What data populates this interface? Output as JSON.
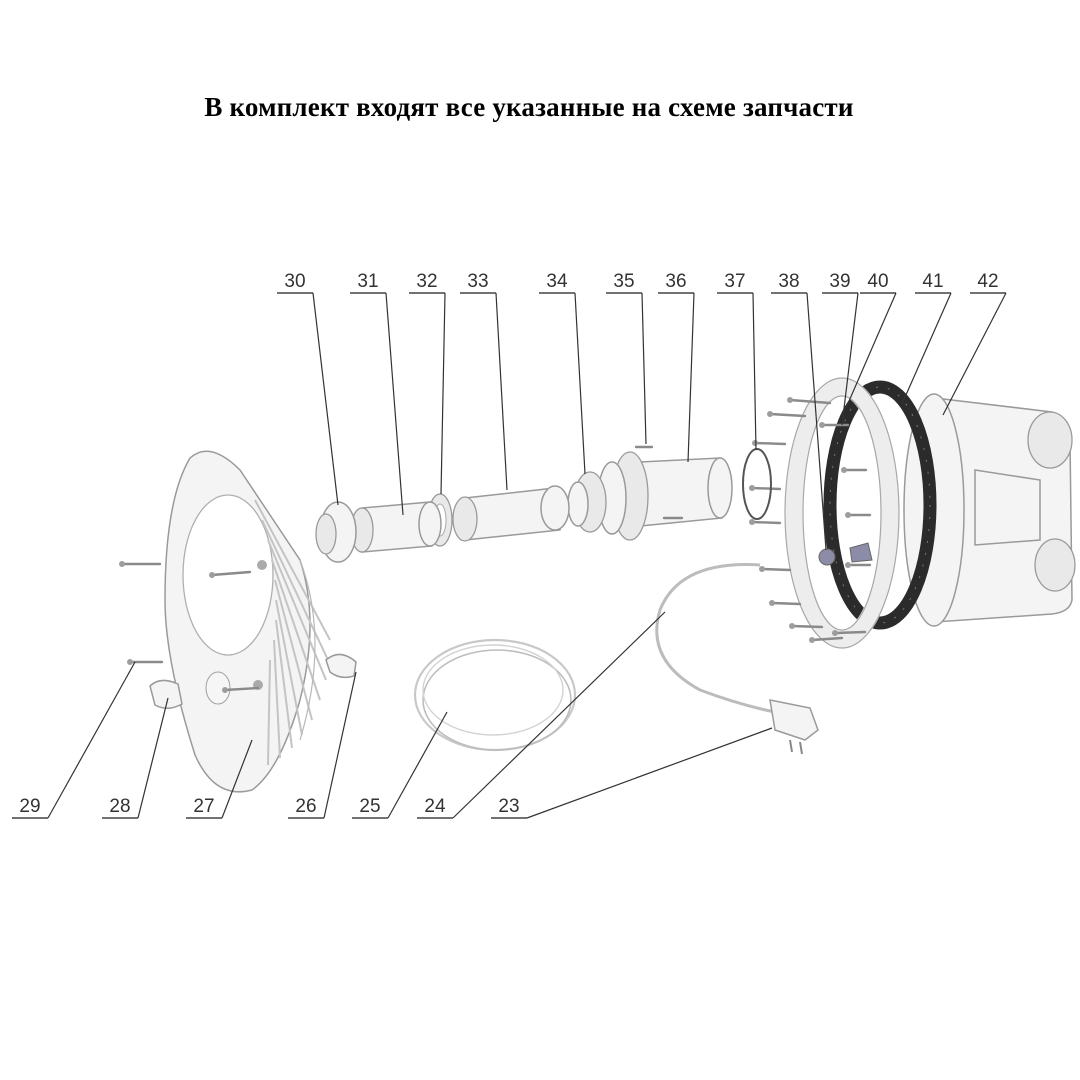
{
  "title": "В комплект входят все указанные на схеме запчасти",
  "colors": {
    "background": "#ffffff",
    "text": "#000000",
    "label": "#333333",
    "part_fill": "#f4f4f4",
    "part_stroke": "#9a9a9a",
    "gasket": "#2b2b2b"
  },
  "part_labels": {
    "p23": "23",
    "p24": "24",
    "p25": "25",
    "p26": "26",
    "p27": "27",
    "p28": "28",
    "p29": "29",
    "p30": "30",
    "p31": "31",
    "p32": "32",
    "p33": "33",
    "p34": "34",
    "p35": "35",
    "p36": "36",
    "p37": "37",
    "p38": "38",
    "p39": "39",
    "p40": "40",
    "p41": "41",
    "p42": "42"
  }
}
